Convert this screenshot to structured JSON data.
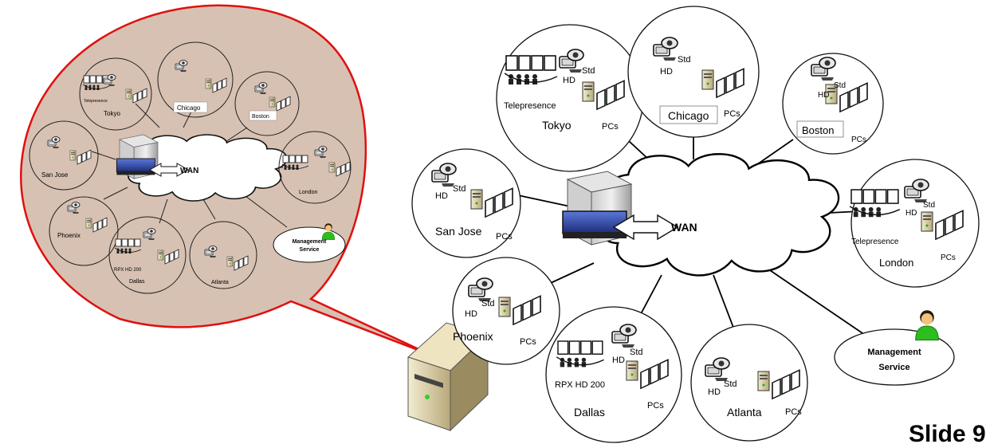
{
  "wan_label": "WAN",
  "footer_text": "Slide 9",
  "management": {
    "line1": "Management",
    "line2": "Service"
  },
  "sites": {
    "tokyo": {
      "name": "Tokyo",
      "labels": [
        "Telepresence",
        "HD",
        "Std",
        "PCs"
      ]
    },
    "chicago": {
      "name": "Chicago",
      "labels": [
        "HD",
        "Std",
        "PCs"
      ]
    },
    "boston": {
      "name": "Boston",
      "labels": [
        "HD",
        "Std",
        "PCs"
      ]
    },
    "san_jose": {
      "name": "San Jose",
      "labels": [
        "HD",
        "Std",
        "PCs"
      ]
    },
    "london": {
      "name": "London",
      "labels": [
        "Telepresence",
        "HD",
        "Std",
        "PCs"
      ]
    },
    "phoenix": {
      "name": "Phoenix",
      "labels": [
        "HD",
        "Std",
        "PCs"
      ]
    },
    "dallas": {
      "name": "Dallas",
      "labels": [
        "RPX HD 200",
        "HD",
        "Std",
        "PCs"
      ]
    },
    "atlanta": {
      "name": "Atlanta",
      "labels": [
        "HD",
        "Std",
        "PCs"
      ]
    }
  },
  "colors": {
    "callout_fill": "#d7c1b2",
    "callout_border": "#e01010",
    "circle_stroke": "#222222",
    "cloud_fill": "#ffffff",
    "person_green": "#2ebd1e",
    "server_blue": "#2a3f9a"
  },
  "icons": [
    "server-icon",
    "cloud-icon",
    "video-endpoint-icon",
    "pc-icon",
    "telepresence-icon",
    "person-icon",
    "tower-server-icon"
  ]
}
